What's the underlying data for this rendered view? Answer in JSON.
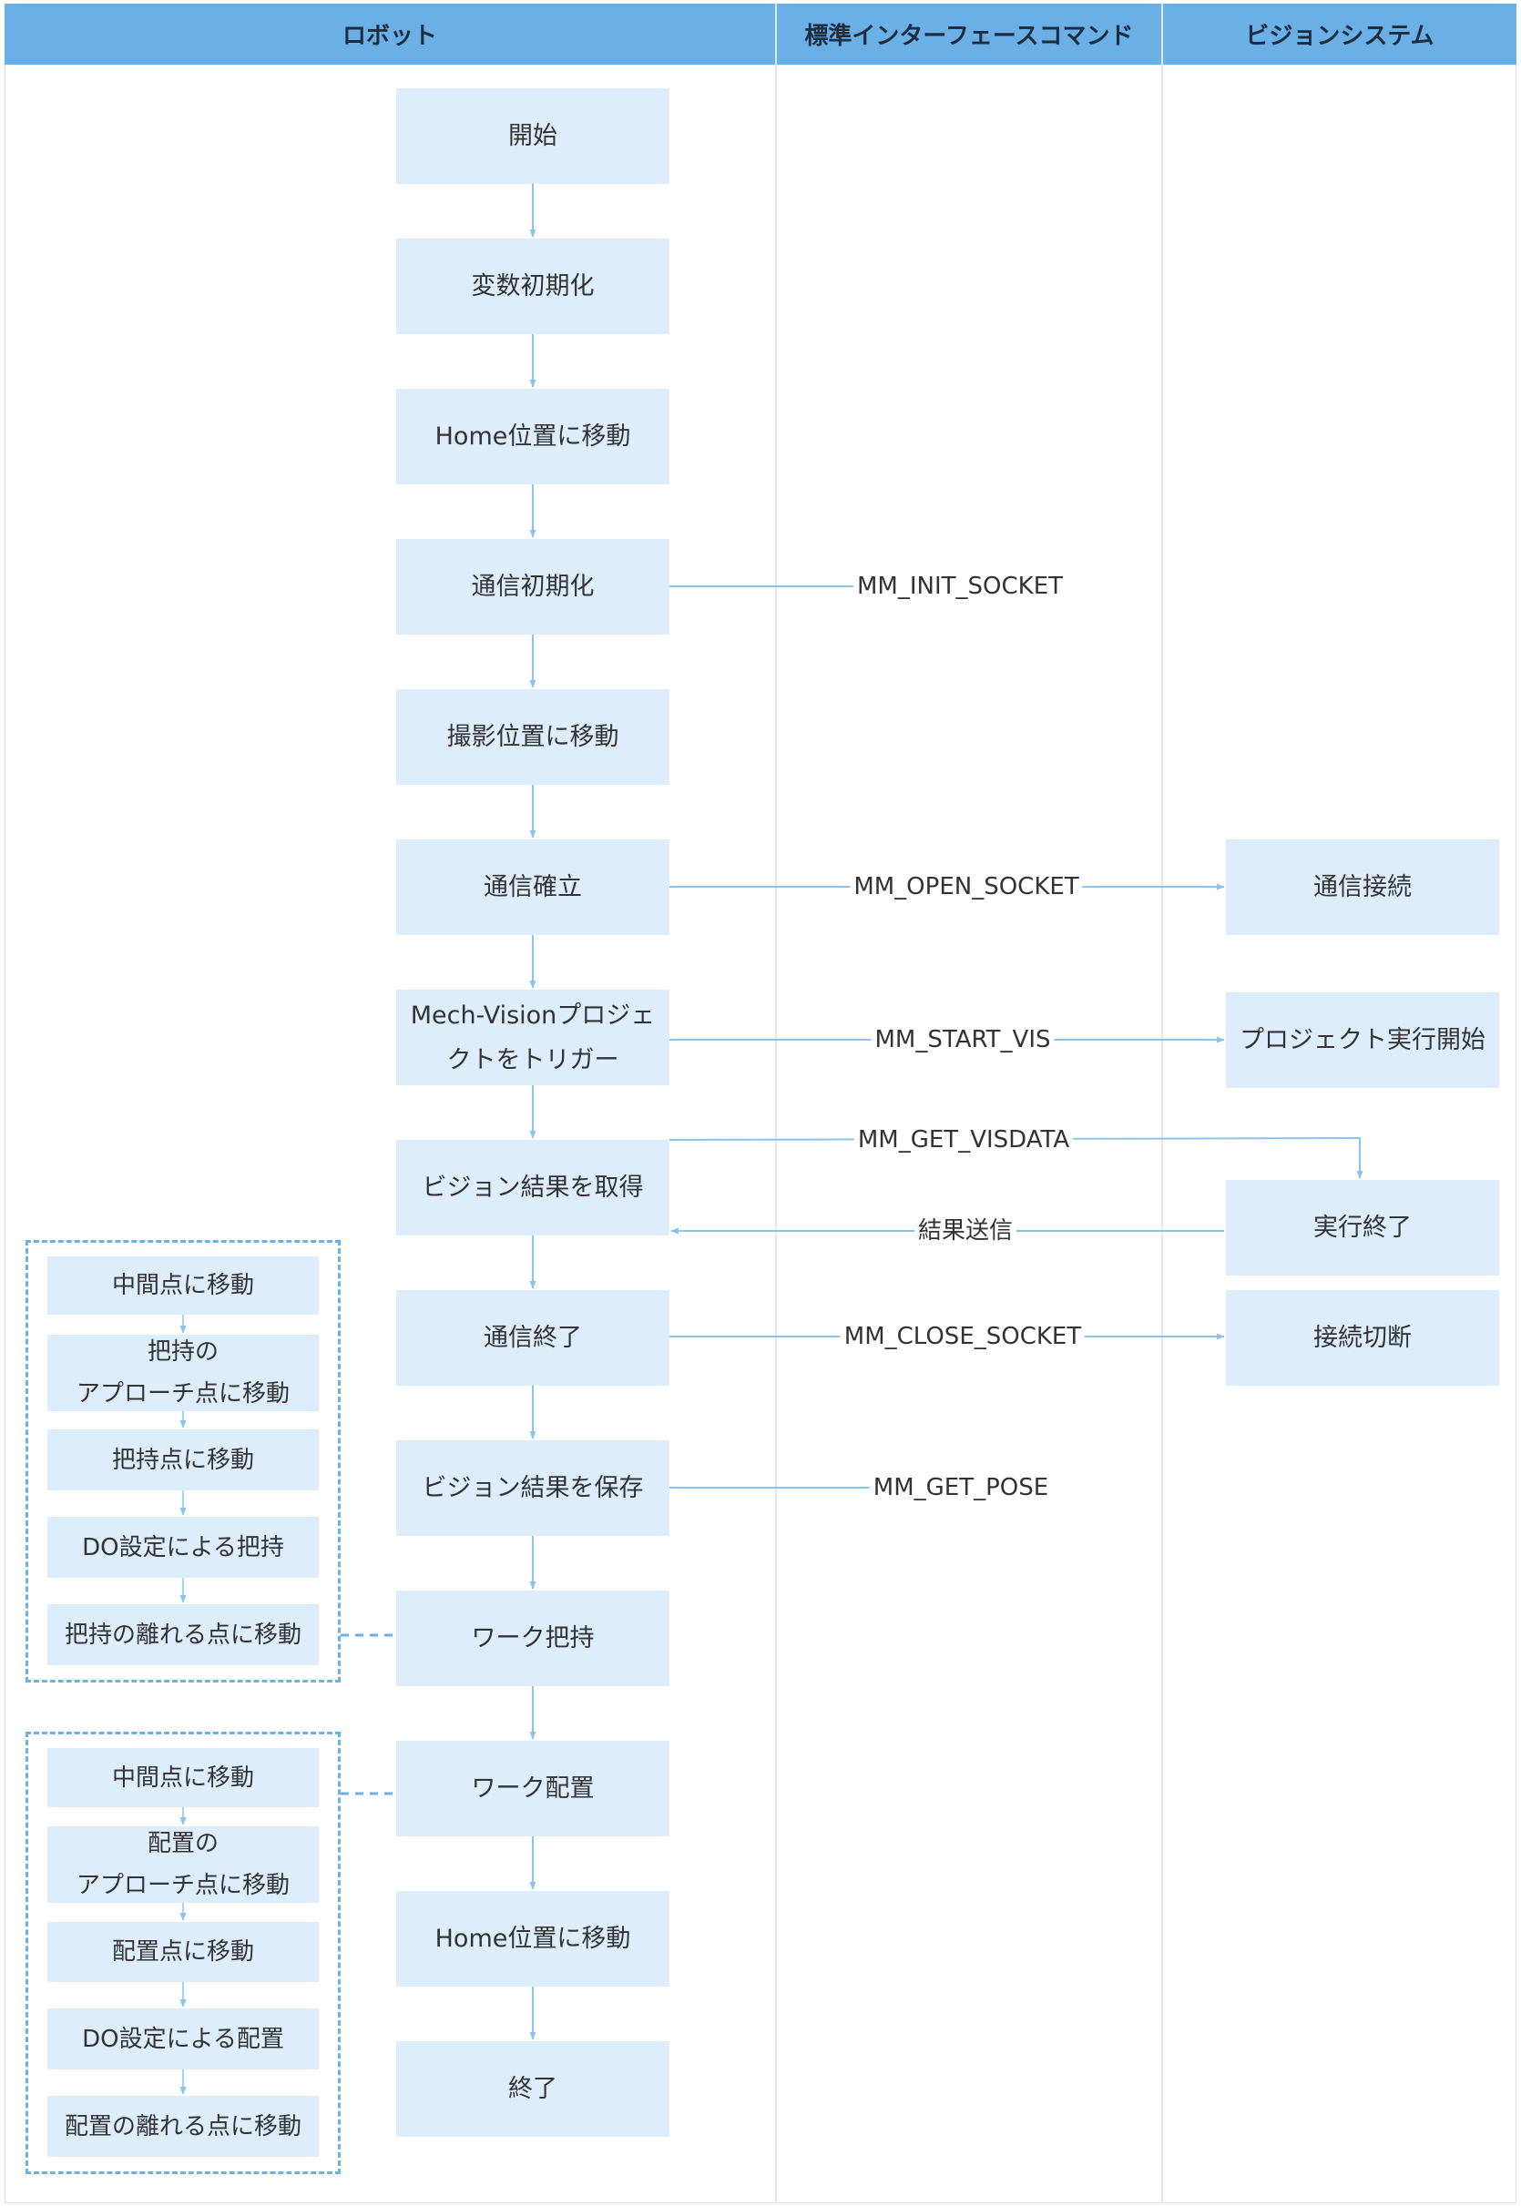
{
  "columns": {
    "robot": "ロボット",
    "command": "標準インターフェースコマンド",
    "vision": "ビジョンシステム"
  },
  "robot_steps": [
    "開始",
    "変数初期化",
    "Home位置に移動",
    "通信初期化",
    "撮影位置に移動",
    "通信確立",
    "Mech-Visionプロジェ\nクトをトリガー",
    "ビジョン結果を取得",
    "通信終了",
    "ビジョン結果を保存",
    "ワーク把持",
    "ワーク配置",
    "Home位置に移動",
    "終了"
  ],
  "vision_steps": [
    "通信接続",
    "プロジェクト実行開始",
    "実行終了",
    "接続切断"
  ],
  "commands": [
    "MM_INIT_SOCKET",
    "MM_OPEN_SOCKET",
    "MM_START_VIS",
    "MM_GET_VISDATA",
    "結果送信",
    "MM_CLOSE_SOCKET",
    "MM_GET_POSE"
  ],
  "pick_substeps": [
    "中間点に移動",
    "把持の\nアプローチ点に移動",
    "把持点に移動",
    "DO設定による把持",
    "把持の離れる点に移動"
  ],
  "place_substeps": [
    "中間点に移動",
    "配置の\nアプローチ点に移動",
    "配置点に移動",
    "DO設定による配置",
    "配置の離れる点に移動"
  ],
  "colors": {
    "header": "#6aafe6",
    "box": "#deedfb",
    "line": "#8cc3ea",
    "dashed": "#6ab2e3"
  }
}
